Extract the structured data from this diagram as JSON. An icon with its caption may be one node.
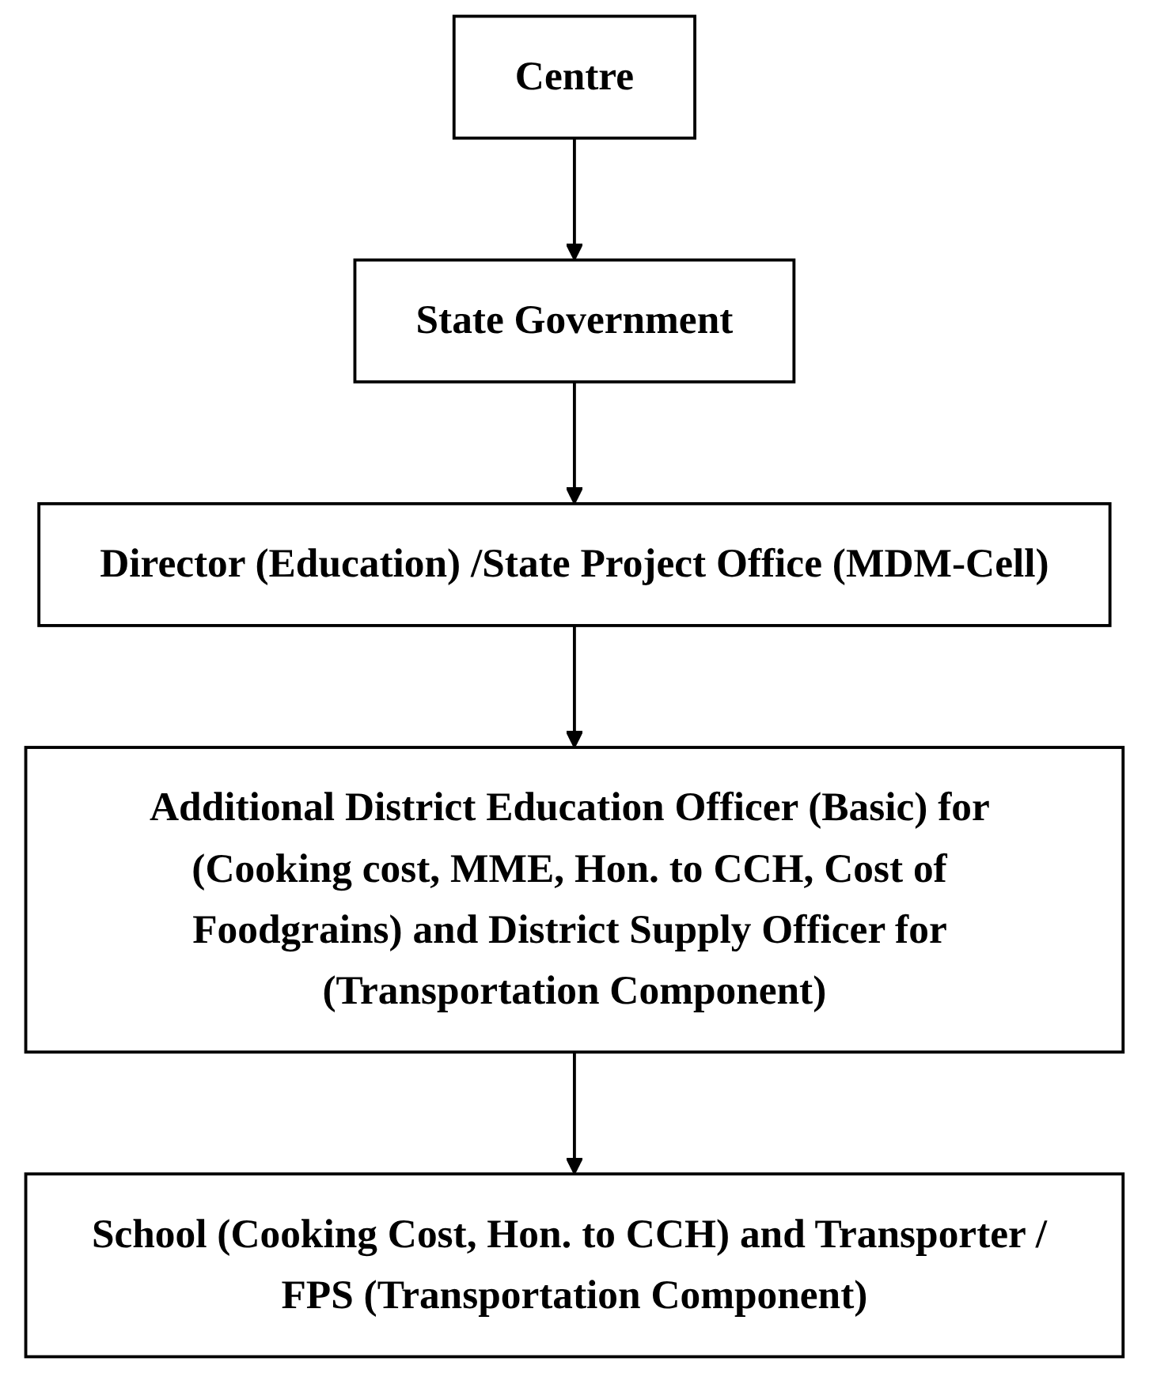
{
  "diagram": {
    "nodes": [
      {
        "text": [
          "Centre"
        ]
      },
      {
        "text": [
          "State Government"
        ]
      },
      {
        "text": [
          "Director (Education) /State Project Office (MDM-Cell)"
        ]
      },
      {
        "text": [
          "Additional District Education Officer (Basic) for (Cooking cost, MME, Hon. to CCH, Cost of Foodgrains) and District Supply Officer for (Transportation Component)"
        ]
      },
      {
        "text": [
          "School (Cooking Cost, Hon. to CCH) and Transporter / FPS (Transportation Component)"
        ]
      }
    ],
    "edges": [
      {
        "from": 0,
        "to": 1,
        "arrow": "to"
      },
      {
        "from": 1,
        "to": 2,
        "arrow": "to"
      },
      {
        "from": 2,
        "to": 3,
        "arrow": "to"
      },
      {
        "from": 3,
        "to": 4,
        "arrow": "to"
      }
    ]
  }
}
